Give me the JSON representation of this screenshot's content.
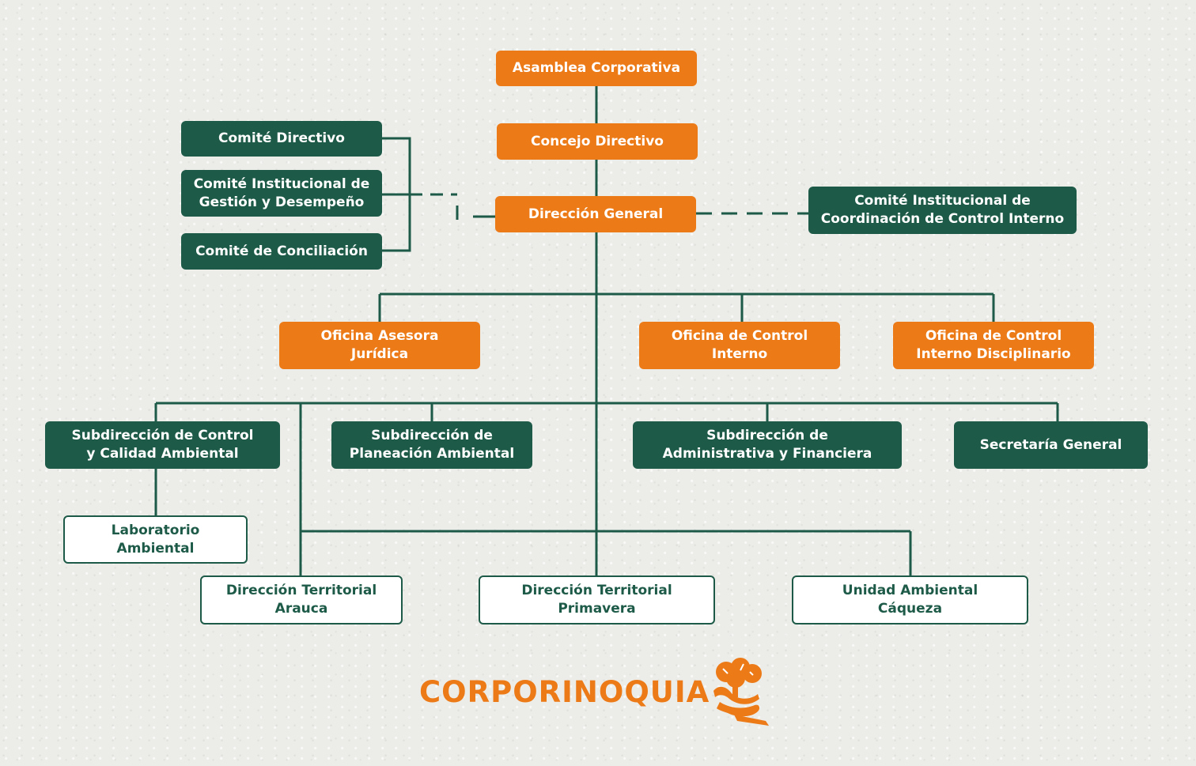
{
  "nodes": {
    "asamblea": "Asamblea Corporativa",
    "concejo": "Concejo Directivo",
    "direccion_general": "Dirección General",
    "comite_directivo": "Comité Directivo",
    "comite_gestion": "Comité Institucional de\nGestión y Desempeño",
    "comite_conciliacion": "Comité de Conciliación",
    "comite_control_interno": "Comité Institucional de\nCoordinación de Control Interno",
    "oficina_juridica": "Oficina Asesora\nJurídica",
    "oficina_control_interno": "Oficina de Control\nInterno",
    "oficina_disciplinario": "Oficina de Control\nInterno Disciplinario",
    "sub_control_calidad": "Subdirección de Control\ny Calidad Ambiental",
    "sub_planeacion": "Subdirección de\nPlaneación Ambiental",
    "sub_administrativa": "Subdirección de\nAdministrativa y Financiera",
    "secretaria_general": "Secretaría General",
    "laboratorio": "Laboratorio\nAmbiental",
    "dt_arauca": "Dirección Territorial\nArauca",
    "dt_primavera": "Dirección Territorial\nPrimavera",
    "ua_caqueza": "Unidad Ambiental\nCáqueza"
  },
  "brand": {
    "name": "CORPORINOQUIA",
    "logo_icon": "tree-river-logo-icon"
  },
  "colors": {
    "orange": "#ec7a16",
    "green": "#1d5a47",
    "background": "#ecece9"
  }
}
